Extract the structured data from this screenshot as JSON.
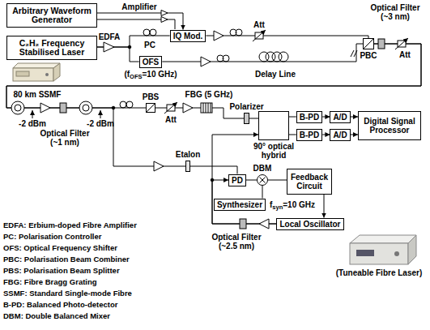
{
  "diagram": {
    "nodes": [
      {
        "text": [
          "Arbitrary Waveform Generator"
        ]
      },
      {
        "text": [
          "C₂H₂ Frequency Stabilised Laser"
        ]
      },
      {
        "text": [
          "IQ Mod."
        ]
      },
      {
        "text": [
          "OFS"
        ]
      },
      {
        "text": [
          "PBC"
        ]
      },
      {
        "text": [
          "PBS"
        ]
      },
      {
        "text": [
          "Polarizer"
        ]
      },
      {
        "text": [
          "90° optical hybrid"
        ]
      },
      {
        "text": [
          "B-PD"
        ]
      },
      {
        "text": [
          "B-PD"
        ]
      },
      {
        "text": [
          "A/D"
        ]
      },
      {
        "text": [
          "A/D"
        ]
      },
      {
        "text": [
          "Digital Signal Processor"
        ]
      },
      {
        "text": [
          "Etalon"
        ]
      },
      {
        "text": [
          "PD"
        ]
      },
      {
        "text": [
          "DBM"
        ]
      },
      {
        "text": [
          "Feedback Circuit"
        ]
      },
      {
        "text": [
          "Synthesizer"
        ]
      },
      {
        "text": [
          "Local Oscillator"
        ]
      }
    ],
    "edges": [
      {
        "from": 0,
        "to": 2,
        "label": "Amplifier",
        "arrow": "to"
      },
      {
        "from": 1,
        "to": 2,
        "arrow": "none"
      },
      {
        "from": 1,
        "to": 3,
        "arrow": "none"
      },
      {
        "from": 2,
        "to": 4,
        "arrow": "none"
      },
      {
        "from": 3,
        "to": 4,
        "arrow": "none"
      },
      {
        "from": 4,
        "to": 5,
        "arrow": "none"
      },
      {
        "from": 4,
        "to": 13,
        "arrow": "none"
      },
      {
        "from": 5,
        "to": 6,
        "arrow": "none"
      },
      {
        "from": 6,
        "to": 7,
        "arrow": "none"
      },
      {
        "from": 7,
        "to": 8,
        "arrow": "none"
      },
      {
        "from": 7,
        "to": 9,
        "arrow": "none"
      },
      {
        "from": 8,
        "to": 10,
        "arrow": "to"
      },
      {
        "from": 9,
        "to": 11,
        "arrow": "to"
      },
      {
        "from": 10,
        "to": 12,
        "arrow": "to"
      },
      {
        "from": 11,
        "to": 12,
        "arrow": "to"
      },
      {
        "from": 13,
        "to": 14,
        "arrow": "none"
      },
      {
        "from": 14,
        "to": 15,
        "arrow": "none"
      },
      {
        "from": 17,
        "to": 15,
        "arrow": "none"
      },
      {
        "from": 15,
        "to": 16,
        "arrow": "none"
      },
      {
        "from": 16,
        "to": 18,
        "arrow": "to"
      },
      {
        "from": 18,
        "to": 7,
        "arrow": "to"
      },
      {
        "from": 18,
        "to": 14,
        "arrow": "to"
      }
    ],
    "labels": [
      "EDFA",
      "PC",
      "(f",
      "OFS",
      "=10 GHz)",
      "Att",
      "Delay Line",
      "Optical Filter (~3 nm)",
      "Att",
      "80 km SSMF",
      "-2 dBm",
      "Optical Filter (~1 nm)",
      "-2 dBm",
      "Att",
      "FBG (5 GHz)",
      "f",
      "syn",
      "=10 GHz",
      "Optical Filter (~2.5 nm)",
      "(Tuneable Fibre Laser)"
    ],
    "legend": [
      {
        "text": "EDFA: Erbium-doped Fibre Amplifier"
      },
      {
        "text": "PC: Polarisation Controller"
      },
      {
        "text": "OFS: Optical Frequency Shifter"
      },
      {
        "text": "PBC: Polarisation Beam Combiner"
      },
      {
        "text": "PBS: Polarisation Beam Splitter"
      },
      {
        "text": "FBG: Fibre Bragg Grating"
      },
      {
        "text": "SSMF: Standard Single-mode Fibre"
      },
      {
        "text": "B-PD: Balanced Photo-detector"
      },
      {
        "text": "DBM: Double Balanced Mixer"
      }
    ]
  }
}
